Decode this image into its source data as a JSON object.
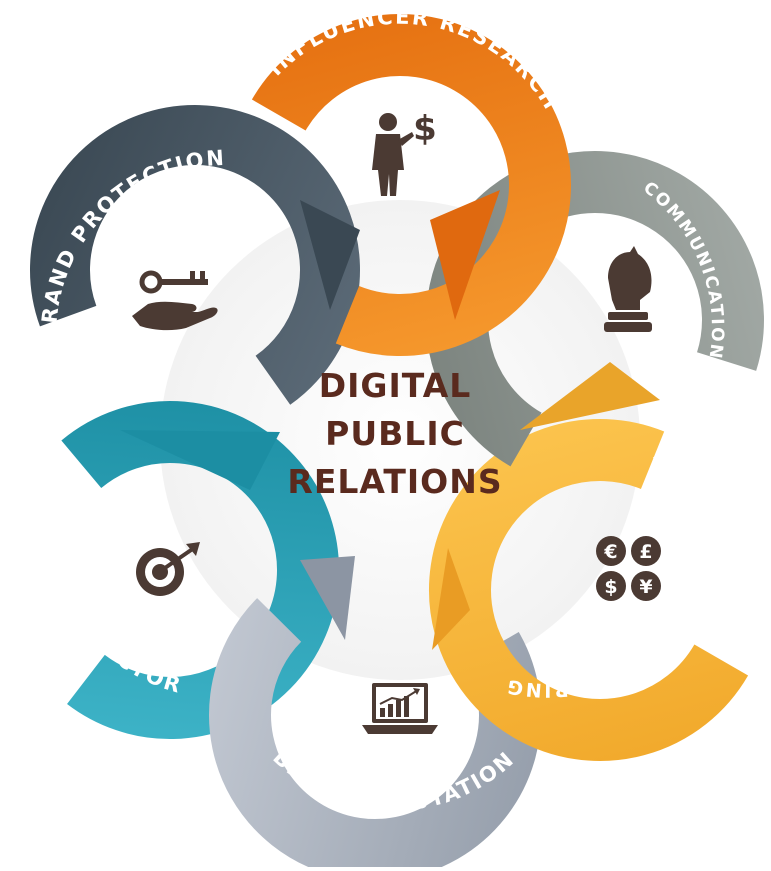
{
  "center": {
    "line1": "DIGITAL",
    "line2": "PUBLIC",
    "line3": "RELATIONS"
  },
  "segments": [
    {
      "label": "INFLUENCER RESEARCH",
      "color": "#f3841c",
      "icon": "businessman-dollar-icon"
    },
    {
      "label": "COMMUNICATION STRATEGY",
      "color": "#8e9690",
      "icon": "chess-knight-icon"
    },
    {
      "label": "COMMUNITY MONITORING",
      "color": "#f9ba3a",
      "icon": "currency-symbols-icon"
    },
    {
      "label": "BRAND REPUTATION",
      "color": "#a9b1bf",
      "icon": "laptop-chart-icon"
    },
    {
      "label": "KPI SELECTOR",
      "color": "#2aa2b8",
      "icon": "target-arrow-icon"
    },
    {
      "label": "BRAND PROTECTION",
      "color": "#4a5966",
      "icon": "hand-key-icon"
    }
  ],
  "currencies": [
    "€",
    "£",
    "$",
    "¥"
  ],
  "colors": {
    "icon": "#4b3a33",
    "center_text": "#5a2a1e"
  }
}
